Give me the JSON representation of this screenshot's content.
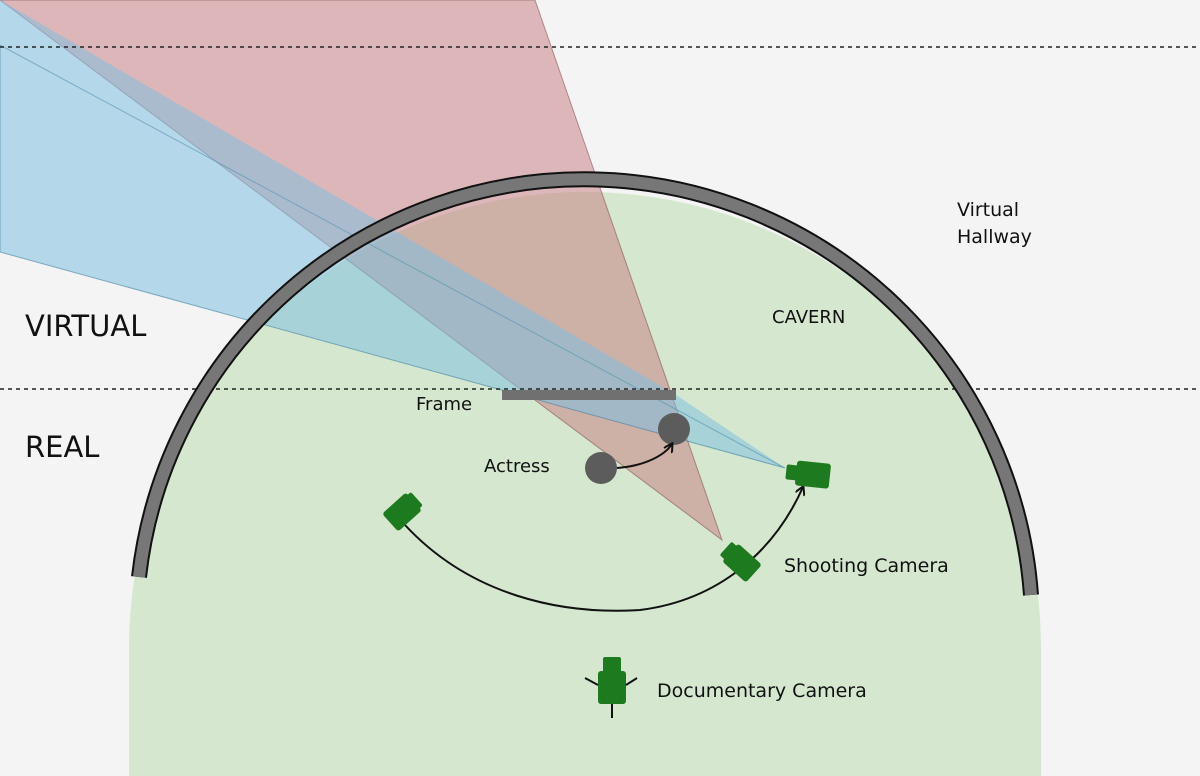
{
  "labels": {
    "virtual": "VIRTUAL",
    "real": "REAL",
    "virtual_hallway_line1": "Virtual",
    "virtual_hallway_line2": "Hallway",
    "cavern": "CAVERN",
    "frame": "Frame",
    "actress": "Actress",
    "shooting_camera": "Shooting Camera",
    "documentary_camera": "Documentary Camera"
  },
  "colors": {
    "background": "#f4f4f4",
    "cavern_floor": "#d5e8cf",
    "cavern_wall": "#777777",
    "red_frustum": "#c4737a",
    "blue_frustum": "#7fbfe0",
    "camera_green": "#1e7a1e",
    "frame_bar": "#707070",
    "actress": "#5c5c5c"
  }
}
